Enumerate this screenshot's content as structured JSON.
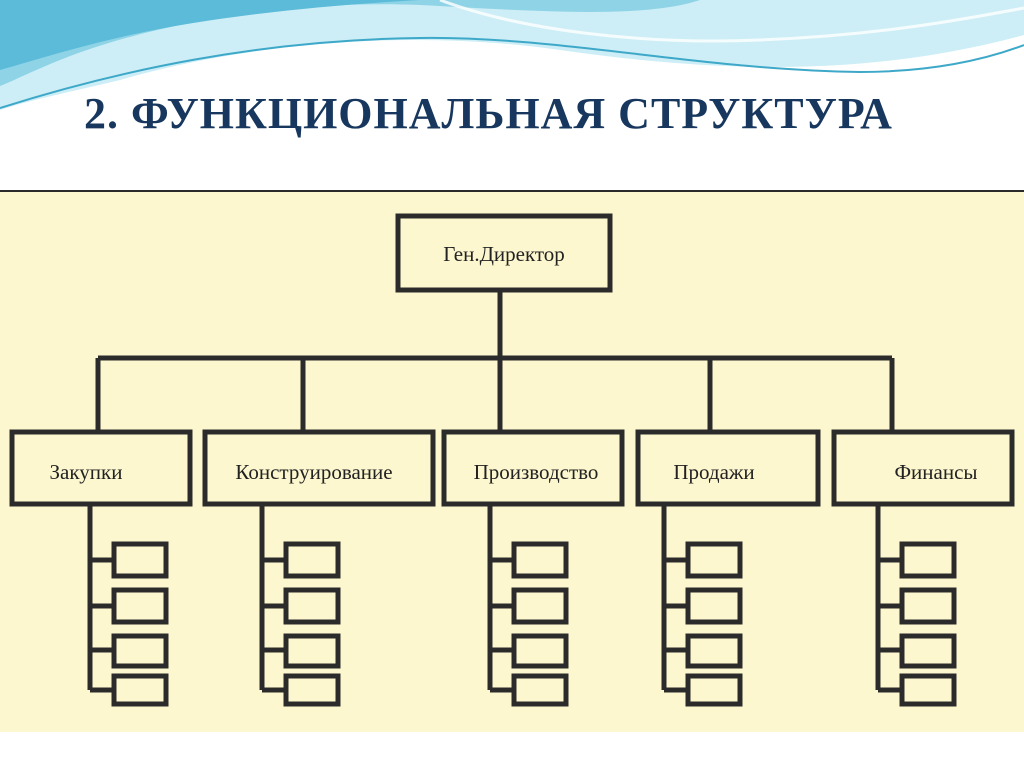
{
  "slide": {
    "title": "2. ФУНКЦИОНАЛЬНАЯ СТРУКТУРА"
  },
  "org_chart": {
    "root": "Ген.Директор",
    "departments": [
      {
        "label": "Закупки",
        "subunit_count": 4
      },
      {
        "label": "Конструирование",
        "subunit_count": 4
      },
      {
        "label": "Производство",
        "subunit_count": 4
      },
      {
        "label": "Продажи",
        "subunit_count": 4
      },
      {
        "label": "Финансы",
        "subunit_count": 4
      }
    ]
  },
  "colors": {
    "title": "#17375e",
    "panel_background": "#fcf7cf",
    "box_stroke": "#2b2b2b",
    "wave_light": "#cdeef6",
    "wave_mid": "#8fd3e6",
    "wave_dark": "#3ea8c9"
  }
}
